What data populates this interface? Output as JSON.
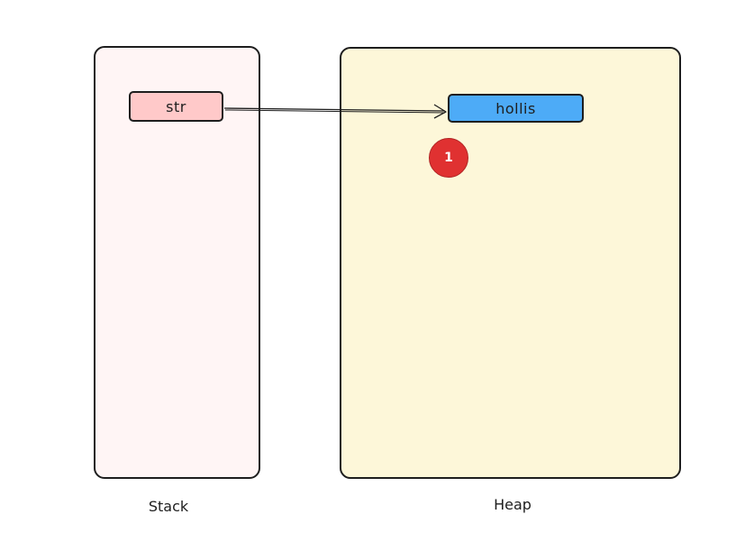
{
  "stack": {
    "caption": "Stack",
    "variable_label": "str"
  },
  "heap": {
    "caption": "Heap",
    "object_label": "hollis",
    "marker_number": "1"
  },
  "colors": {
    "stack_background": "#fff5f5",
    "heap_background": "#fdf7d9",
    "variable_fill": "#ffc9c9",
    "object_fill": "#4dabf7",
    "marker_fill": "#e03131",
    "stroke": "#1e1e1e"
  }
}
